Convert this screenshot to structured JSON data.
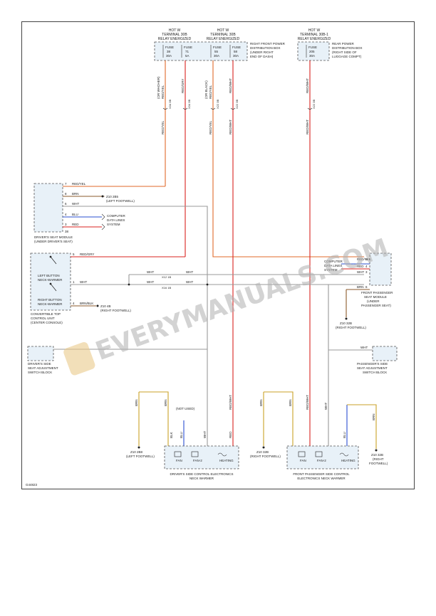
{
  "fuse_groups": {
    "hot_left1": [
      "HOT W",
      "TERMINAL 30B",
      "RELAY ENERGIZED"
    ],
    "hot_left2": [
      "HOT W",
      "TERMINAL 30B",
      "RELAY ENERGIZED"
    ],
    "hot_right": [
      "HOT W",
      "TERMINAL 30B-1",
      "RELAY ENERGIZED"
    ],
    "front_box": [
      "RIGHT FRONT POWER",
      "DISTRIBUTION BOX",
      "(UNDER RIGHT",
      "END OF DASH)"
    ],
    "rear_box": [
      "REAR POWER",
      "DISTRIBUTION BOX",
      "(RIGHT SIDE OF",
      "LUGGAGE COMPT)"
    ]
  },
  "fuses": [
    {
      "label": "FUSE",
      "num": "38",
      "amp": "30A"
    },
    {
      "label": "FUSE",
      "num": "71",
      "amp": "5A"
    },
    {
      "label": "FUSE",
      "num": "55",
      "amp": "30A"
    },
    {
      "label": "FUSE",
      "num": "58",
      "amp": "30A"
    },
    {
      "label": "FUSE",
      "num": "205",
      "amp": "30A"
    }
  ],
  "wire_labels": {
    "w1_upper": [
      "(OR WHOHER)",
      "RED/YEL"
    ],
    "w2_upper": [
      "RED/GRY"
    ],
    "w3_upper": [
      "(OR BLACK)",
      "RED/YEL"
    ],
    "w4_upper": [
      "RED/WHT"
    ],
    "w5_upper": [
      "RED/WHT"
    ],
    "w1_mid": "RED/YEL",
    "w3_mid": "RED/YEL",
    "w4_mid": "RED/WHT",
    "w5_mid": "RED/WHT"
  },
  "connectors": {
    "c1": "X34 3B",
    "c2": "X34 3B",
    "c3": "X22 3B",
    "c4": "X22 3B",
    "c5": "X22 3B",
    "x2_1": "X12 1B",
    "x2_2": "X16 1B"
  },
  "drivers_module": {
    "pins": [
      {
        "pin": "7",
        "wire": "RED/YEL"
      },
      {
        "pin": "8",
        "wire": "BRN"
      },
      {
        "pin": "6",
        "wire": "WHT"
      },
      {
        "pin": "4",
        "wire": "BLU"
      },
      {
        "pin": "3",
        "wire": "RED"
      }
    ],
    "note_num": "38",
    "title": [
      "DRIVER'S SEAT MODULE",
      "(UNDER DRIVER'S SEAT)"
    ],
    "ground": [
      "Z10 2B5",
      "(LEFT FOOTWELL)"
    ],
    "computer": [
      "COMPUTER",
      "DATA LINES",
      "SYSTEM"
    ]
  },
  "top_control": {
    "pins": [
      {
        "pin": "5",
        "wire": "RED/GRY"
      },
      {
        "pin": "1",
        "wire": "WHT"
      },
      {
        "pin": "4",
        "wire": "BRN/BLK"
      }
    ],
    "left_button": [
      "LEFT BUTTON",
      "NECK-WARMER"
    ],
    "right_button": [
      "RIGHT BUTTON",
      "NECK-WARMER"
    ],
    "title": [
      "CONVERTIBLE TOP",
      "CONTROL UNIT",
      "(CENTER CONSOLE)"
    ],
    "ground": [
      "Z10 4B",
      "(RIGHT FOOTWELL)"
    ],
    "wht1": "WHT",
    "wht2": "WHT",
    "wht3": "WHT",
    "wht4": "WHT"
  },
  "passenger_module": {
    "pins": [
      {
        "pin": "5",
        "wire": "RED/YEL"
      },
      {
        "pin": "4",
        "wire": "RED"
      },
      {
        "pin": "3",
        "wire": "WHT"
      },
      {
        "pin": "6",
        "wire": "BRN"
      }
    ],
    "computer": [
      "COMPUTER",
      "DATA LINES",
      "SYSTEM"
    ],
    "title": [
      "FRONT PASSENGER",
      "SEAT MODULE",
      "(UNDER",
      "PASSENGER SEAT)"
    ],
    "ground": [
      "Z10 32B",
      "(RIGHT FOOTWELL)"
    ]
  },
  "switch_blocks": {
    "driver": [
      "DRIVER'S SIDE",
      "SEAT ADJUSTMENT",
      "SWITCH BLOCK"
    ],
    "passenger": [
      "PASSENGER'S SIDE",
      "SEAT ADJUSTMENT",
      "SWITCH BLOCK"
    ],
    "wht": "WHT"
  },
  "driver_neck": {
    "not_used": "(NOT USED)",
    "wires": [
      "BRN",
      "BRN",
      "BLK",
      "BLU",
      "WHT",
      "RED/WHT",
      "RED"
    ],
    "labels": [
      "FAN",
      "FAN-2",
      "HEATING"
    ],
    "title": [
      "DRIVER'S SIDE CONTROL ELECTRONICS",
      "NECK WARMER"
    ],
    "ground": [
      "Z10 2B8",
      "(LEFT FOOTWELL)"
    ]
  },
  "pass_neck": {
    "wires": [
      "BRN",
      "BRN",
      "RED/WHT",
      "WHT",
      "BLU",
      "BRN"
    ],
    "labels": [
      "FAN",
      "FAN-2",
      "HEATING"
    ],
    "title": [
      "FRONT PASSENGER SIDE CONTROL",
      "ELECTRONICS NECK WARMER"
    ],
    "ground_left": [
      "Z10 32B",
      "(RIGHT FOOTWELL)"
    ],
    "ground_right": [
      "Z10 32B",
      "(RIGHT",
      "FOOTWELL)"
    ]
  },
  "watermark": {
    "text": "EVERYMANUALS.COM"
  },
  "footer": {
    "code": "G44823"
  },
  "colors": {
    "red": "#d9231f",
    "yellow": "#c9a227",
    "blue": "#2a4fd1",
    "brown": "#8b5a2b",
    "gray": "#999999",
    "orange": "#e06a2a"
  }
}
